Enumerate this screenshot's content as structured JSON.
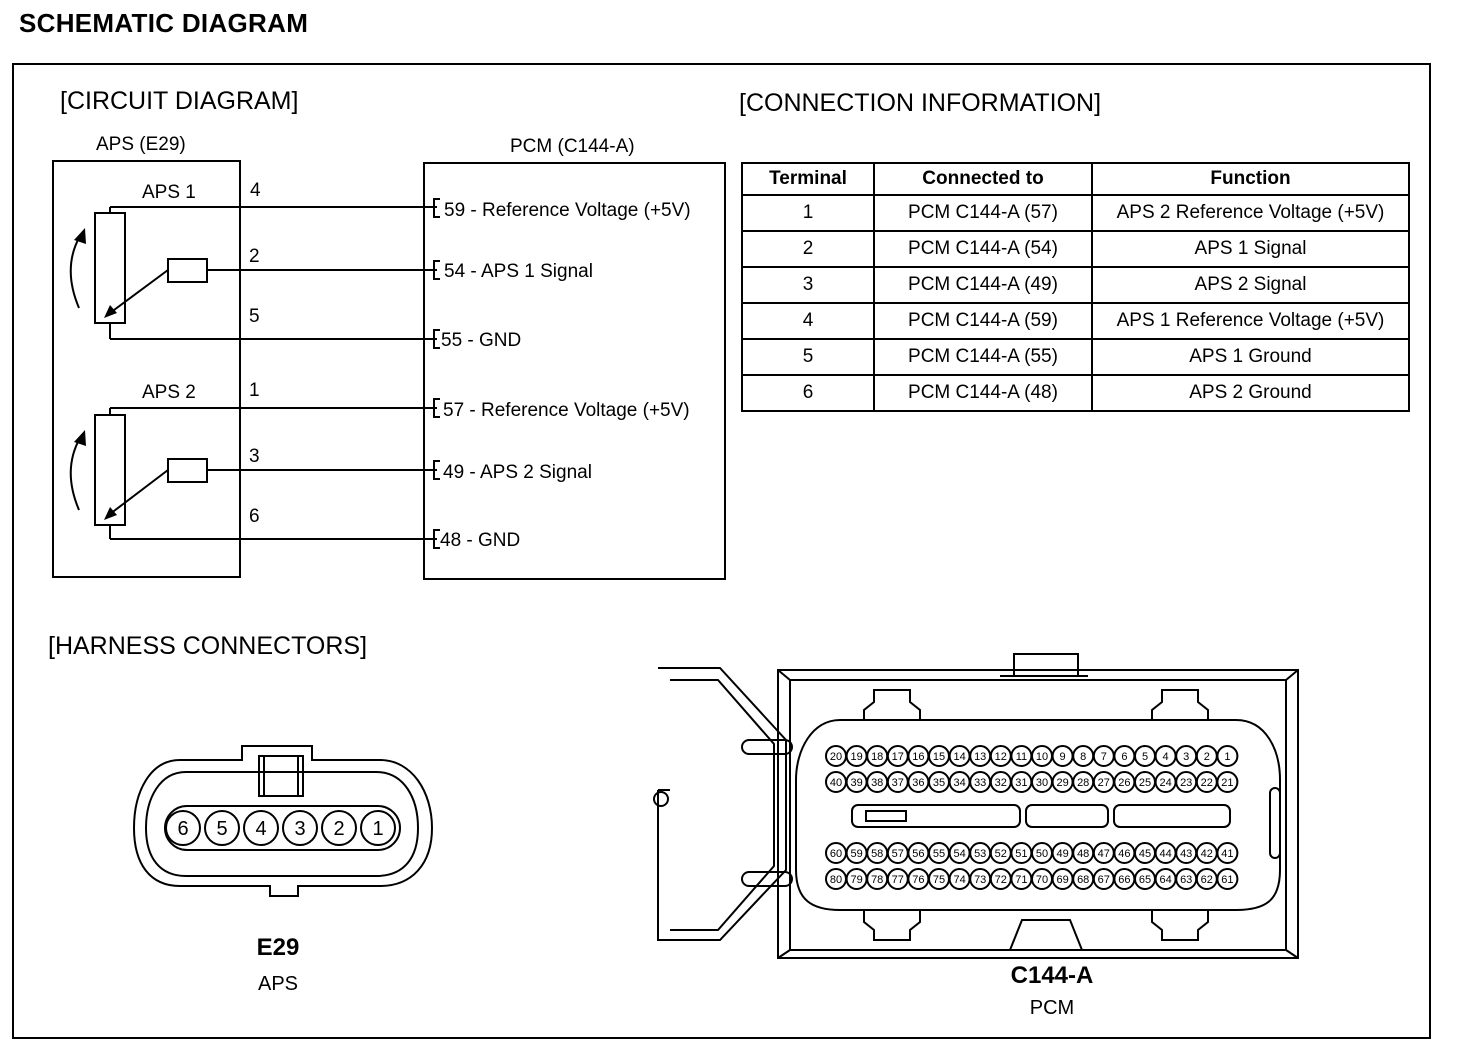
{
  "title": "SCHEMATIC DIAGRAM",
  "sections": {
    "circuit": "[CIRCUIT DIAGRAM]",
    "connection": "[CONNECTION INFORMATION]",
    "harness": "[HARNESS CONNECTORS]"
  },
  "circuit": {
    "aps_label": "APS (E29)",
    "pcm_label": "PCM (C144-A)",
    "sensors": [
      {
        "name": "APS 1",
        "pins": [
          "4",
          "2",
          "5"
        ],
        "pcm": [
          "59 - Reference Voltage (+5V)",
          "54 - APS 1 Signal",
          "55 - GND"
        ]
      },
      {
        "name": "APS 2",
        "pins": [
          "1",
          "3",
          "6"
        ],
        "pcm": [
          "57 - Reference Voltage (+5V)",
          "49 - APS 2 Signal",
          "48 - GND"
        ]
      }
    ]
  },
  "connection_table": {
    "headers": [
      "Terminal",
      "Connected to",
      "Function"
    ],
    "rows": [
      [
        "1",
        "PCM C144-A (57)",
        "APS 2 Reference Voltage (+5V)"
      ],
      [
        "2",
        "PCM C144-A (54)",
        "APS 1 Signal"
      ],
      [
        "3",
        "PCM C144-A (49)",
        "APS 2 Signal"
      ],
      [
        "4",
        "PCM C144-A (59)",
        "APS 1 Reference Voltage (+5V)"
      ],
      [
        "5",
        "PCM C144-A (55)",
        "APS 1 Ground"
      ],
      [
        "6",
        "PCM C144-A (48)",
        "APS 2 Ground"
      ]
    ]
  },
  "e29": {
    "pins": [
      "6",
      "5",
      "4",
      "3",
      "2",
      "1"
    ],
    "name": "E29",
    "sub": "APS"
  },
  "c144a": {
    "rows": [
      [
        "20",
        "19",
        "18",
        "17",
        "16",
        "15",
        "14",
        "13",
        "12",
        "11",
        "10",
        "9",
        "8",
        "7",
        "6",
        "5",
        "4",
        "3",
        "2",
        "1"
      ],
      [
        "40",
        "39",
        "38",
        "37",
        "36",
        "35",
        "34",
        "33",
        "32",
        "31",
        "30",
        "29",
        "28",
        "27",
        "26",
        "25",
        "24",
        "23",
        "22",
        "21"
      ],
      [
        "60",
        "59",
        "58",
        "57",
        "56",
        "55",
        "54",
        "53",
        "52",
        "51",
        "50",
        "49",
        "48",
        "47",
        "46",
        "45",
        "44",
        "43",
        "42",
        "41"
      ],
      [
        "80",
        "79",
        "78",
        "77",
        "76",
        "75",
        "74",
        "73",
        "72",
        "71",
        "70",
        "69",
        "68",
        "67",
        "66",
        "65",
        "64",
        "63",
        "62",
        "61"
      ]
    ],
    "name": "C144-A",
    "sub": "PCM"
  }
}
